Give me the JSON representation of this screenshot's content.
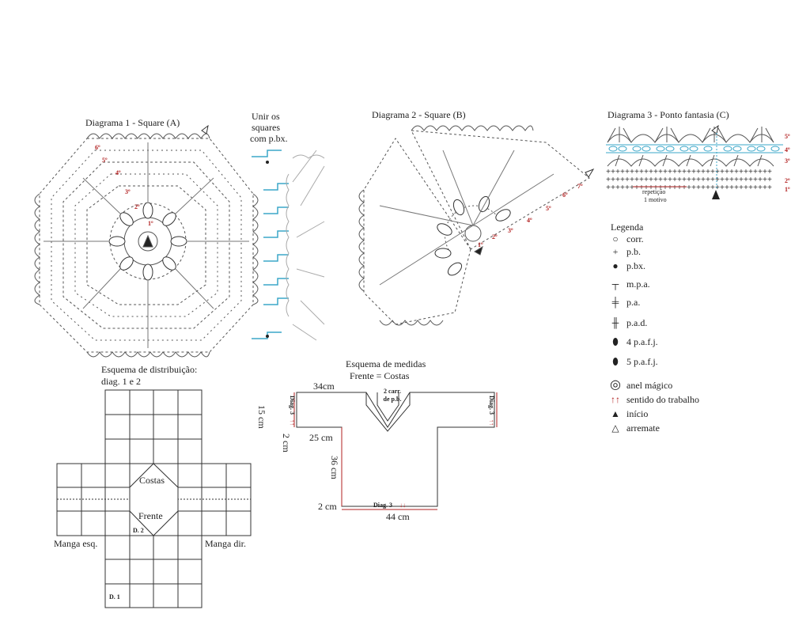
{
  "diagram1": {
    "title": "Diagrama 1 - Square (A)",
    "rounds": [
      "1º",
      "2º",
      "3º",
      "4º",
      "5º",
      "6º"
    ]
  },
  "join": {
    "line1": "Unir os",
    "line2": "squares",
    "line3": "com p.bx."
  },
  "diagram2": {
    "title": "Diagrama 2 - Square (B)",
    "rounds": [
      "1º",
      "2º",
      "3º",
      "4º",
      "5º",
      "6º",
      "7º"
    ]
  },
  "diagram3": {
    "title": "Diagrama 3 - Ponto fantasia (C)",
    "rounds": [
      "1º",
      "2º",
      "3º",
      "4º",
      "5º"
    ],
    "repeat_line1": "repetição",
    "repeat_line2": "1 motivo"
  },
  "legend": {
    "title": "Legenda",
    "items": [
      {
        "symbol": "chain-icon",
        "label": "corr."
      },
      {
        "symbol": "single-crochet-icon",
        "label": "p.b."
      },
      {
        "symbol": "slip-stitch-icon",
        "label": "p.bx."
      },
      {
        "symbol": "half-double-icon",
        "label": "m.p.a."
      },
      {
        "symbol": "double-crochet-icon",
        "label": "p.a."
      },
      {
        "symbol": "treble-crochet-icon",
        "label": "p.a.d."
      },
      {
        "symbol": "four-cluster-icon",
        "label": "4 p.a.f.j."
      },
      {
        "symbol": "five-cluster-icon",
        "label": "5 p.a.f.j."
      },
      {
        "symbol": "magic-ring-icon",
        "label": "anel mágico"
      },
      {
        "symbol": "direction-arrows-icon",
        "label": "sentido do trabalho"
      },
      {
        "symbol": "start-arrow-icon",
        "label": "início"
      },
      {
        "symbol": "finish-arrow-icon",
        "label": "arremate"
      }
    ]
  },
  "distribution": {
    "title_line1": "Esquema de distribuição:",
    "title_line2": "diag. 1 e 2",
    "back": "Costas",
    "front": "Frente",
    "d2": "D. 2",
    "d1": "D. 1",
    "left_sleeve": "Manga esq.",
    "right_sleeve": "Manga dir."
  },
  "measurements": {
    "title_line1": "Esquema de medidas",
    "title_line2": "Frente = Costas",
    "top_width": "34cm",
    "neck_line1": "2 carr.",
    "neck_line2": "de p.b.",
    "sleeve_height": "15 cm",
    "sleeve_edge": "2 cm",
    "sleeve_length": "25 cm",
    "body_length": "36 cm",
    "hem_edge": "2 cm",
    "bottom_width": "44 cm",
    "diag3_left": "Diag. 3",
    "diag3_right": "Diag. 3",
    "diag3_bottom": "Diag. 3",
    "arrows_up": "↑↑",
    "arrows_down": "↓↓"
  },
  "colors": {
    "accent_blue": "#3ba7c9",
    "red": "#b22222",
    "line": "#444444"
  }
}
